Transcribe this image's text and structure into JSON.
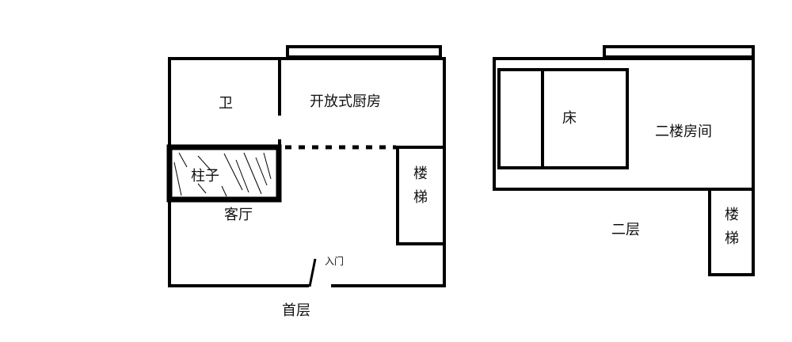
{
  "ground_floor": {
    "title": "首层",
    "bathroom": "卫",
    "kitchen": "开放式厨房",
    "pillar": "柱子",
    "living_room": "客厅",
    "stairs": "楼梯",
    "entrance": "入门"
  },
  "second_floor": {
    "title": "二层",
    "bed": "床",
    "room": "二楼房间",
    "stairs": "楼梯"
  },
  "colors": {
    "wall": "#000000",
    "background": "#ffffff"
  }
}
